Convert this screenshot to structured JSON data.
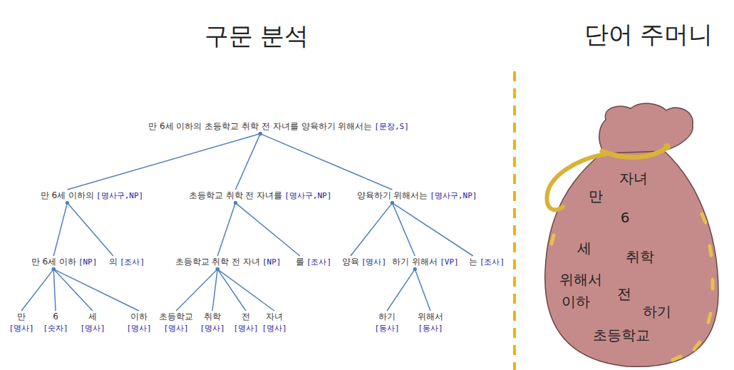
{
  "diagram": {
    "nodes": [
      {
        "text": [
          "만 6세 이하의 초등학교 취학 전 자녀를 양육하기 위해서는",
          "[문장,S]"
        ]
      },
      {
        "text": [
          "만 6세 이하의",
          "[명사구,NP]"
        ]
      },
      {
        "text": [
          "초등학교 취학 전 자녀를",
          "[명사구,NP]"
        ]
      },
      {
        "text": [
          "양육하기 위해서는",
          "[명사구,NP]"
        ]
      },
      {
        "text": [
          "만 6세 이하",
          "[NP]"
        ]
      },
      {
        "text": [
          "의",
          "[조사]"
        ]
      },
      {
        "text": [
          "초등학교 취학 전 자녀",
          "[NP]"
        ]
      },
      {
        "text": [
          "를",
          "[조사]"
        ]
      },
      {
        "text": [
          "양육",
          "[명사]"
        ]
      },
      {
        "text": [
          "하기 위해서",
          "[VP]"
        ]
      },
      {
        "text": [
          "는",
          "[조사]"
        ]
      },
      {
        "text": [
          "만",
          "[명사]"
        ]
      },
      {
        "text": [
          "6",
          "[숫자]"
        ]
      },
      {
        "text": [
          "세",
          "[명사]"
        ]
      },
      {
        "text": [
          "이하",
          "[명사]"
        ]
      },
      {
        "text": [
          "초등학교",
          "[명사]"
        ]
      },
      {
        "text": [
          "취학",
          "[명사]"
        ]
      },
      {
        "text": [
          "전",
          "[명사]"
        ]
      },
      {
        "text": [
          "자녀",
          "[명사]"
        ]
      },
      {
        "text": [
          "하기",
          "[동사]"
        ]
      },
      {
        "text": [
          "위해서",
          "[동사]"
        ]
      },
      {
        "text": [
          "자녀",
          "만",
          "6",
          "세",
          "취학",
          "위해서",
          "이하",
          "전",
          "하기",
          "초등학교"
        ]
      }
    ],
    "edges": [
      {
        "from": 0,
        "to": 1,
        "arrow": "none"
      },
      {
        "from": 0,
        "to": 2,
        "arrow": "none"
      },
      {
        "from": 0,
        "to": 3,
        "arrow": "none"
      },
      {
        "from": 1,
        "to": 4,
        "arrow": "none"
      },
      {
        "from": 1,
        "to": 5,
        "arrow": "none"
      },
      {
        "from": 2,
        "to": 6,
        "arrow": "none"
      },
      {
        "from": 2,
        "to": 7,
        "arrow": "none"
      },
      {
        "from": 3,
        "to": 8,
        "arrow": "none"
      },
      {
        "from": 3,
        "to": 9,
        "arrow": "none"
      },
      {
        "from": 3,
        "to": 10,
        "arrow": "none"
      },
      {
        "from": 4,
        "to": 11,
        "arrow": "none"
      },
      {
        "from": 4,
        "to": 12,
        "arrow": "none"
      },
      {
        "from": 4,
        "to": 13,
        "arrow": "none"
      },
      {
        "from": 4,
        "to": 14,
        "arrow": "none"
      },
      {
        "from": 6,
        "to": 15,
        "arrow": "none"
      },
      {
        "from": 6,
        "to": 16,
        "arrow": "none"
      },
      {
        "from": 6,
        "to": 17,
        "arrow": "none"
      },
      {
        "from": 6,
        "to": 18,
        "arrow": "none"
      },
      {
        "from": 9,
        "to": 19,
        "arrow": "none"
      },
      {
        "from": 9,
        "to": 20,
        "arrow": "none"
      }
    ],
    "labels": [
      "구문 분석",
      "단어 주머니"
    ]
  }
}
